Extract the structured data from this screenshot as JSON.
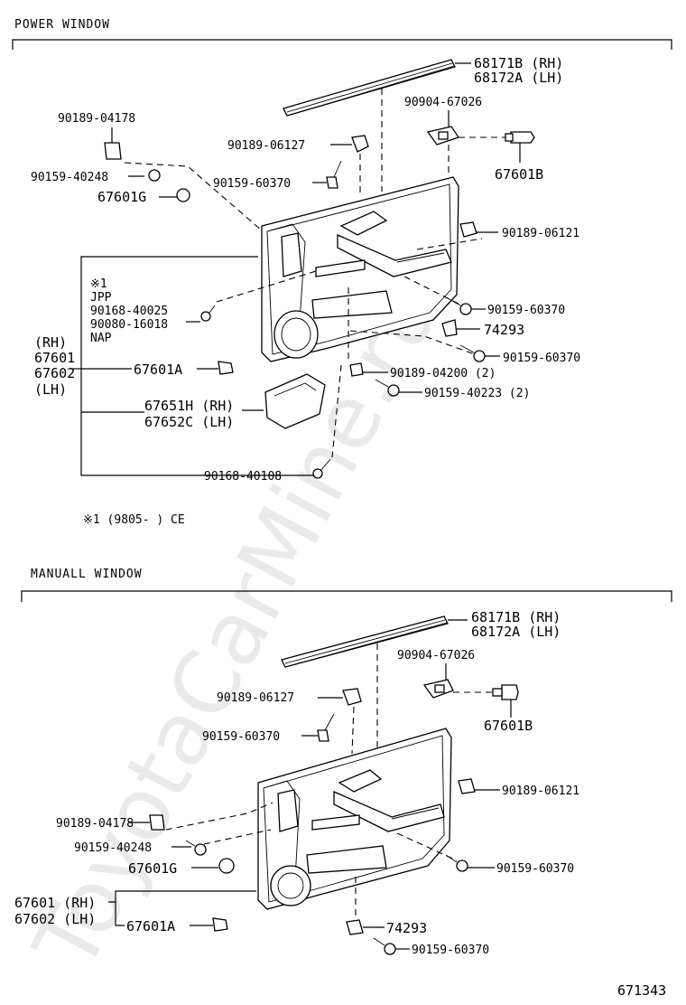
{
  "watermark": "ToyotaCarMine.ru",
  "figure_number": "671343",
  "power_window": {
    "title": "POWER WINDOW",
    "labels": {
      "weatherstrip_rh": "68171B (RH)",
      "weatherstrip_lh": "68172A (LH)",
      "clip_9090467026": "90904-67026",
      "clip_9018904178": "90189-04178",
      "clip_9018906127": "90189-06127",
      "screw_9015940248": "90159-40248",
      "screw_9015960370_top": "90159-60370",
      "grommet_67601B": "67601B",
      "grommet_67601G": "67601G",
      "clip_9018906121": "90189-06121",
      "note_mark": "※1",
      "jpp": "JPP",
      "screw_9016840025": "90168-40025",
      "screw_9008016018": "90080-16018",
      "nap": "NAP",
      "screw_9015960370_mid": "90159-60370",
      "clip_74293": "74293",
      "screw_9015960370_low": "90159-60370",
      "rh": "(RH)",
      "panel_67601": "67601",
      "panel_67602": "67602",
      "lh": "(LH)",
      "clip_67601A": "67601A",
      "clip_9018904200": "90189-04200 (2)",
      "screw_9015940223": "90159-40223 (2)",
      "cover_67651H": "67651H (RH)",
      "cover_67652C": "67652C (LH)",
      "screw_9016840108": "90168-40108",
      "footnote": "※1 (9805-      ) CE"
    }
  },
  "manual_window": {
    "title": "MANUALL WINDOW",
    "labels": {
      "weatherstrip_rh": "68171B (RH)",
      "weatherstrip_lh": "68172A (LH)",
      "clip_9090467026": "90904-67026",
      "clip_9018906127": "90189-06127",
      "screw_9015960370_top": "90159-60370",
      "grommet_67601B": "67601B",
      "clip_9018906121": "90189-06121",
      "clip_9018904178": "90189-04178",
      "screw_9015940248": "90159-40248",
      "grommet_67601G": "67601G",
      "screw_9015960370_mid": "90159-60370",
      "panel_rh": "67601 (RH)",
      "panel_lh": "67602 (LH)",
      "clip_67601A": "67601A",
      "clip_74293": "74293",
      "screw_9015960370_low": "90159-60370"
    }
  }
}
